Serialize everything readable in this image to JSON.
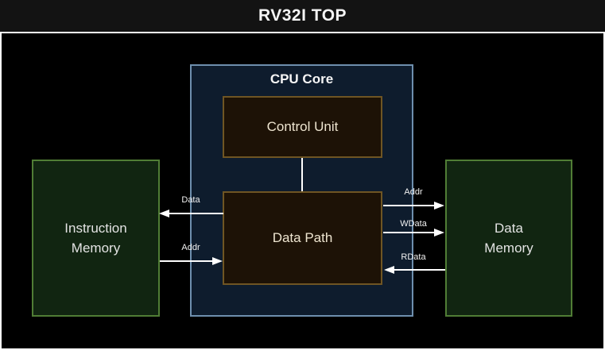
{
  "title": "RV32I TOP",
  "blocks": {
    "cpu_core": {
      "label": "CPU Core"
    },
    "control_unit": {
      "label": "Control Unit"
    },
    "data_path": {
      "label": "Data Path"
    },
    "instruction_memory": {
      "label": "Instruction Memory",
      "line1": "Instruction",
      "line2": "Memory"
    },
    "data_memory": {
      "label": "Data Memory",
      "line1": "Data",
      "line2": "Memory"
    }
  },
  "buses": {
    "imem_data": {
      "label": "Data",
      "direction": "data-path-to-instruction-memory"
    },
    "imem_addr": {
      "label": "Addr",
      "direction": "instruction-memory-to-data-path"
    },
    "dmem_addr": {
      "label": "Addr",
      "direction": "data-path-to-data-memory"
    },
    "dmem_wdata": {
      "label": "WData",
      "direction": "data-path-to-data-memory"
    },
    "dmem_rdata": {
      "label": "RData",
      "direction": "data-memory-to-data-path"
    }
  },
  "colors": {
    "titlebar_bg": "#131313",
    "canvas_bg": "#000000",
    "frame_border": "#ffffff",
    "cpu_fill": "#0e1c2d",
    "cpu_border": "#6e8fae",
    "unit_fill": "#1d1206",
    "unit_border": "#6f5523",
    "memory_fill": "#112511",
    "memory_border": "#507d35",
    "wire": "#ffffff"
  }
}
